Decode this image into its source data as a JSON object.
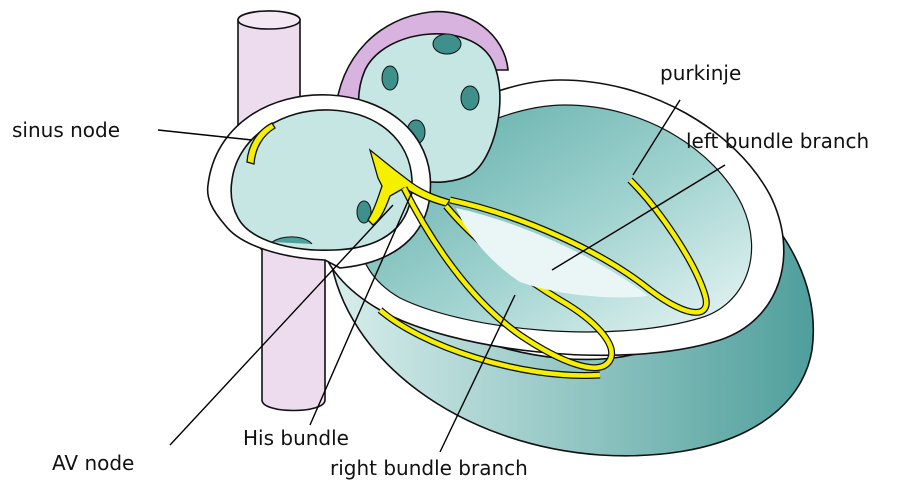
{
  "labels": {
    "sinus_node": "sinus node",
    "av_node": "AV node",
    "his_bundle": "His bundle",
    "right_bundle_branch": "right bundle branch",
    "left_bundle_branch": "left bundle branch",
    "purkinje": "purkinje"
  },
  "colors": {
    "vessel": "#ecdcee",
    "atrium_cap": "#d9b3df",
    "chamber": "#c6e6e3",
    "ventricle_dark": "#4f9f9c",
    "ventricle_mid": "#8cc8c4",
    "wall": "#ffffff",
    "conduction": "#f5f000",
    "spot": "#3f8f8a"
  }
}
